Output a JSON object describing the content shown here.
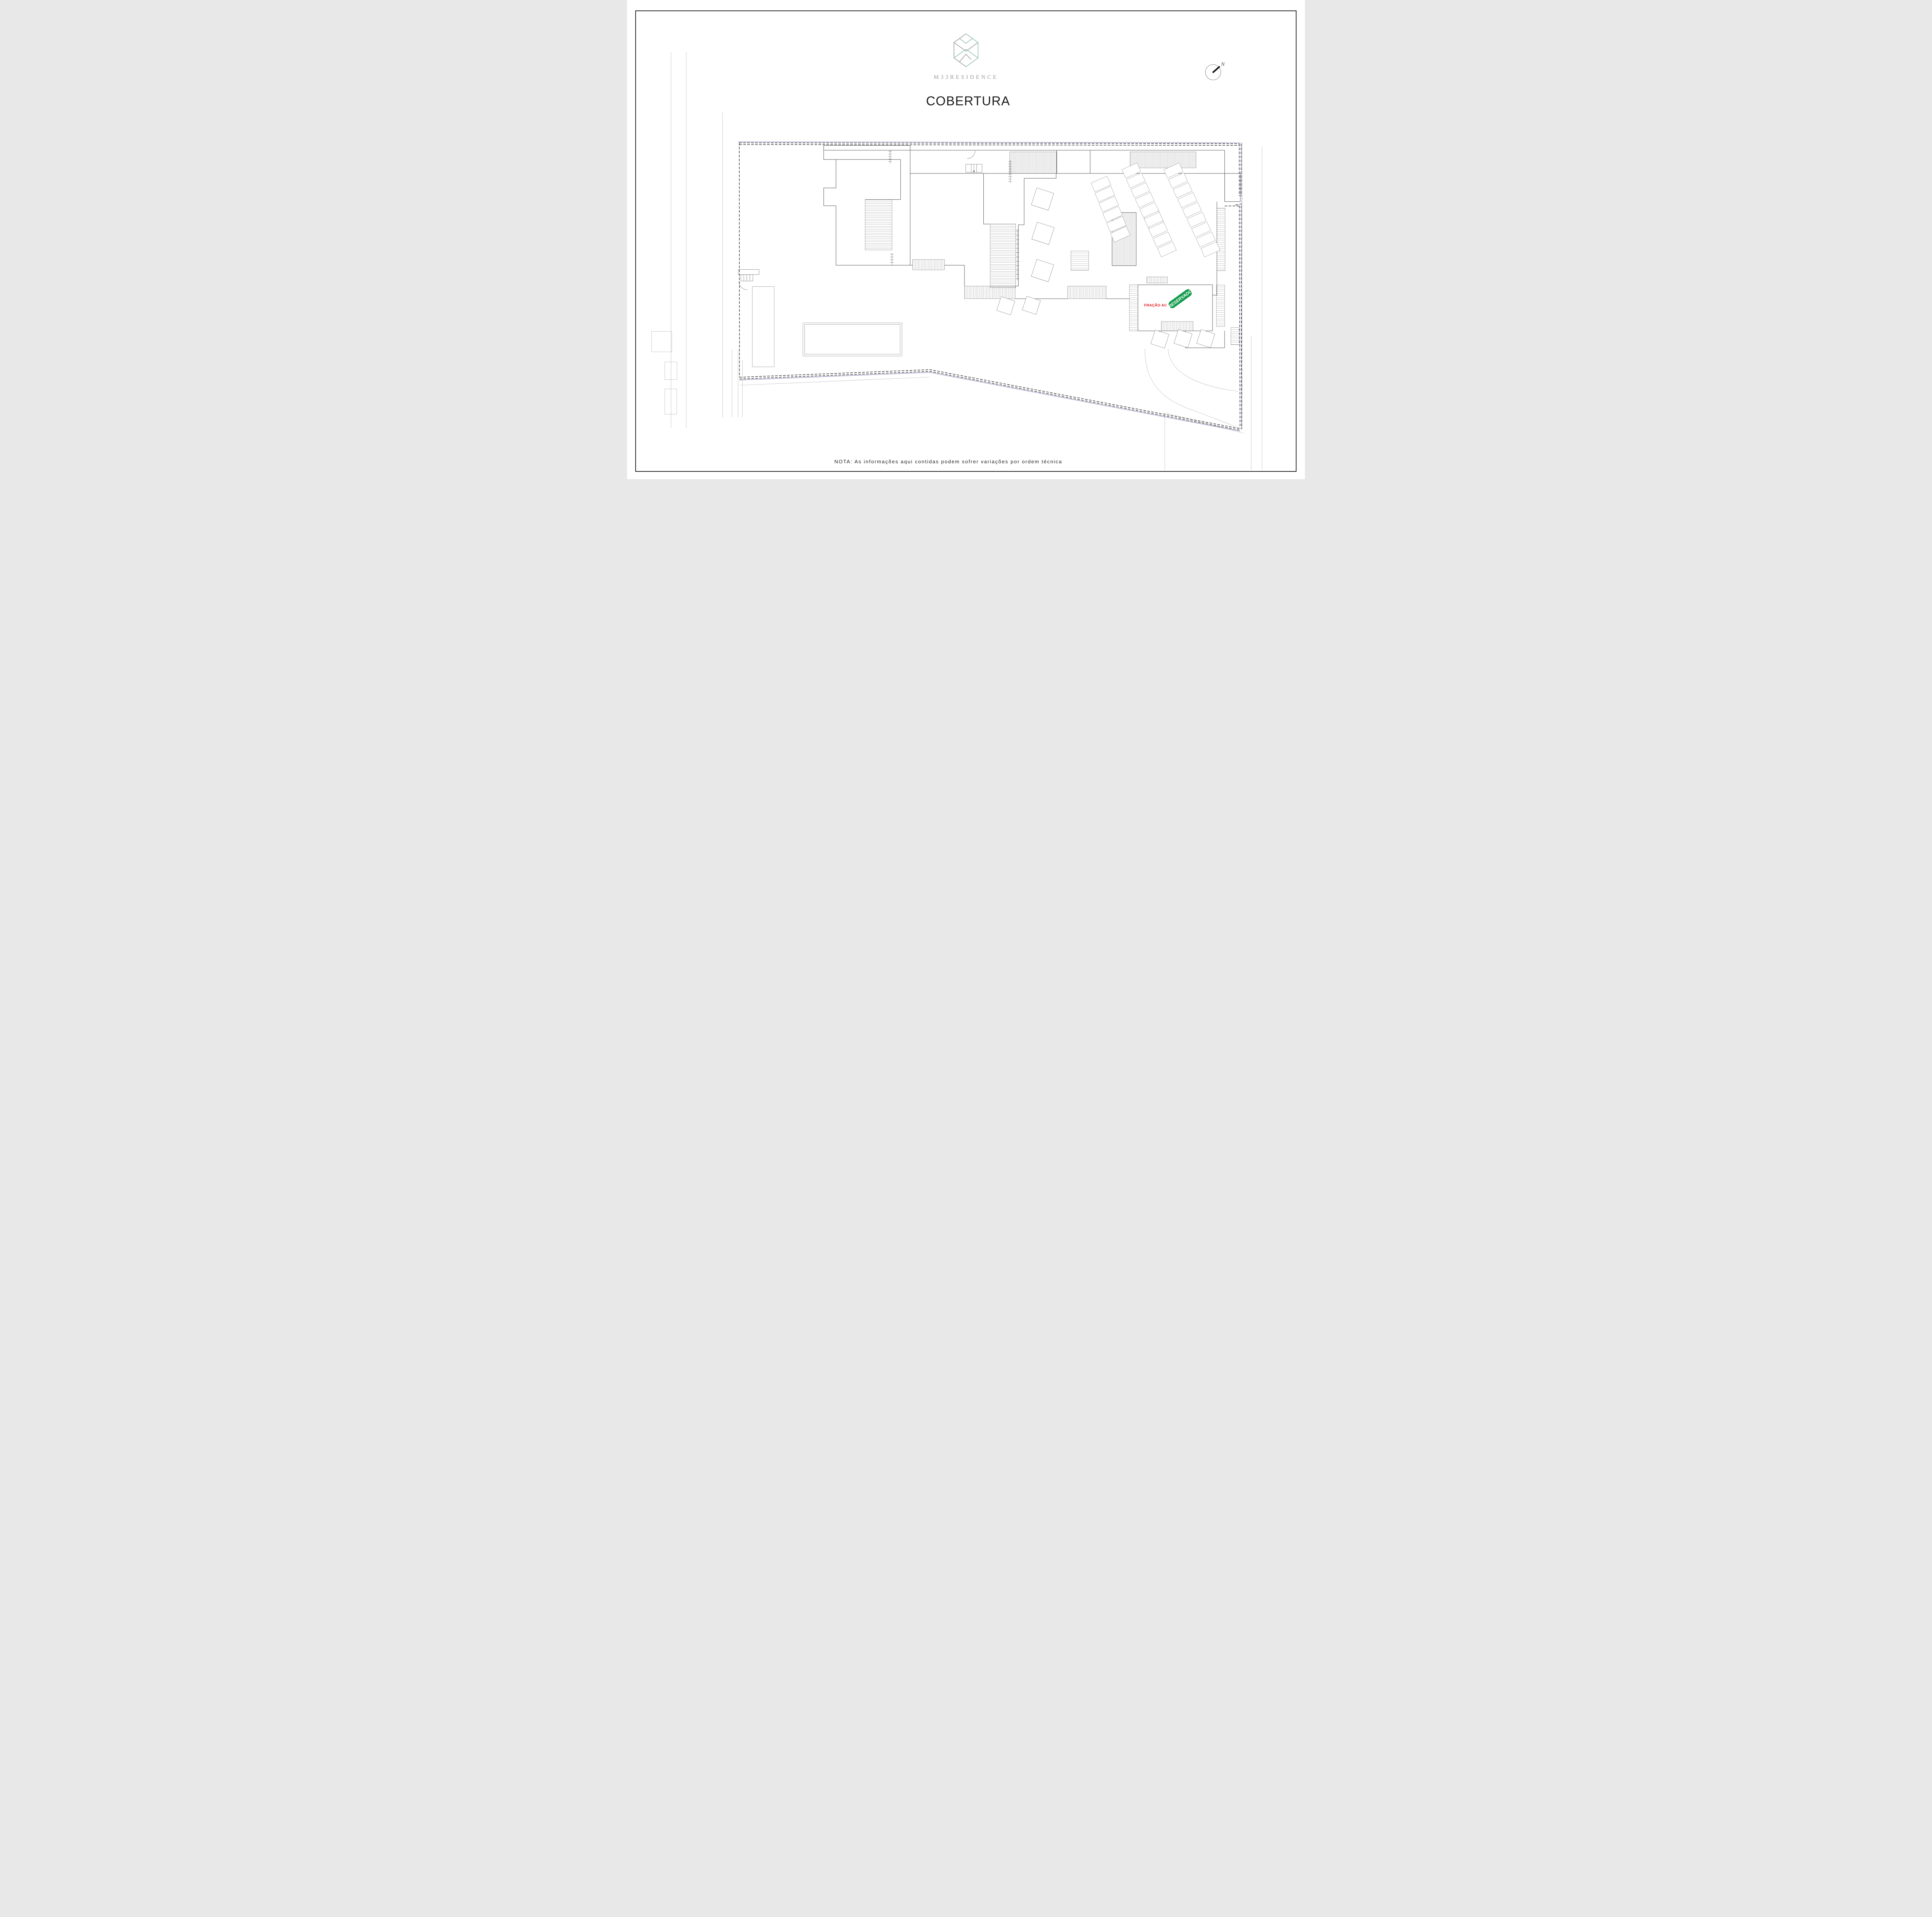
{
  "sheet": {
    "brand_wordmark": "M33RESIDENCE",
    "title": "COBERTURA",
    "note": "NOTA: As informações aqui contidas podem sofrer variações por ordem técnica"
  },
  "compass": {
    "north_label": "N"
  },
  "plan": {
    "fraction_label": "FRAÇÃO AC",
    "stamp_label": "RESERVADO"
  },
  "colors": {
    "logo_teal": "#9cc7b6",
    "logo_gray": "#a7a7ab",
    "wordmark_gray": "#97979b",
    "title_black": "#1c1c1c",
    "fraction_red": "#e2191f",
    "reserved_green": "#129b4c",
    "boundary_navy": "#4a4a96",
    "wall_dark": "#3d3d3d",
    "context_gray": "#a6a6a6",
    "note_black": "#222222"
  }
}
